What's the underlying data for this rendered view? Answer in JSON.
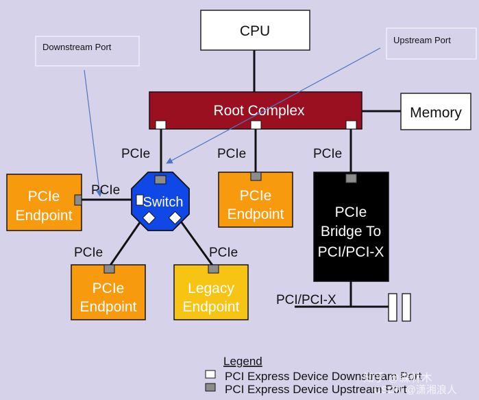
{
  "colors": {
    "background": "#d6d2ea",
    "root_complex": "#9b1020",
    "endpoint": "#f79a0e",
    "switch": "#1048e8",
    "bridge": "#000000",
    "legacy_endpoint": "#f7c414",
    "arrow": "#4f74c4"
  },
  "callouts": {
    "downstream_port": "Downstream Port",
    "upstream_port": "Upstream Port"
  },
  "nodes": {
    "cpu": "CPU",
    "root_complex": "Root Complex",
    "memory": "Memory",
    "switch": "Switch",
    "endpoint_left": [
      "PCIe",
      "Endpoint"
    ],
    "endpoint_center": [
      "PCIe",
      "Endpoint"
    ],
    "endpoint_bottom": [
      "PCIe",
      "Endpoint"
    ],
    "legacy_endpoint": [
      "Legacy",
      "Endpoint"
    ],
    "bridge": [
      "PCIe",
      "Bridge To",
      "PCI/PCI-X"
    ]
  },
  "links": {
    "rc_to_switch": "PCIe",
    "rc_to_center_endpoint": "PCIe",
    "rc_to_bridge": "PCIe",
    "switch_to_left_endpoint": "PCIe",
    "switch_to_bottom_endpoint": "PCIe",
    "switch_to_legacy_endpoint": "PCIe",
    "bridge_bus": "PCI/PCI-X"
  },
  "legend": {
    "title": "Legend",
    "items": [
      "PCI Express Device Downstream Port",
      "PCI Express Device Upstream Port"
    ]
  },
  "watermark": [
    "知乎 @森林木",
    "CSDN @潇湘浪人"
  ]
}
